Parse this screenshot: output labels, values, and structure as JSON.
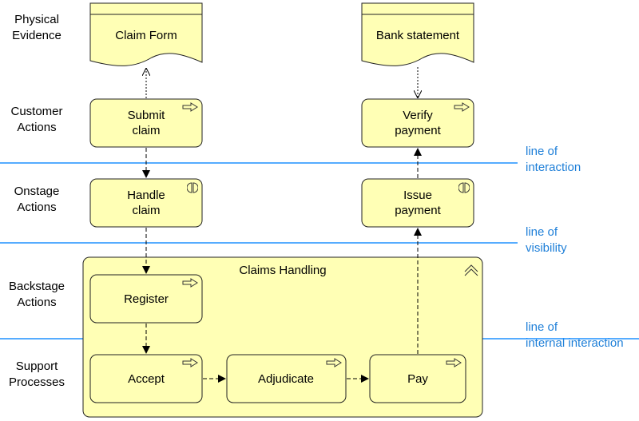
{
  "lanes": {
    "physical": "Physical\nEvidence",
    "customer": "Customer\nActions",
    "onstage": "Onstage\nActions",
    "backstage": "Backstage\nActions",
    "support": "Support\nProcesses"
  },
  "lines": {
    "interaction": "line of\ninteraction",
    "visibility": "line of\nvisibility",
    "internal": "line of\ninternal interaction"
  },
  "nodes": {
    "claim_form": "Claim Form",
    "bank_statement": "Bank statement",
    "submit_claim_1": "Submit",
    "submit_claim_2": "claim",
    "verify_payment_1": "Verify",
    "verify_payment_2": "payment",
    "handle_claim_1": "Handle",
    "handle_claim_2": "claim",
    "issue_payment_1": "Issue",
    "issue_payment_2": "payment",
    "claims_handling": "Claims Handling",
    "register": "Register",
    "accept": "Accept",
    "adjudicate": "Adjudicate",
    "pay": "Pay"
  },
  "colors": {
    "node_fill": "#ffffb5",
    "node_stroke": "#222222",
    "line_color": "#1e90ff",
    "line_label_color": "#1e7fd8"
  }
}
